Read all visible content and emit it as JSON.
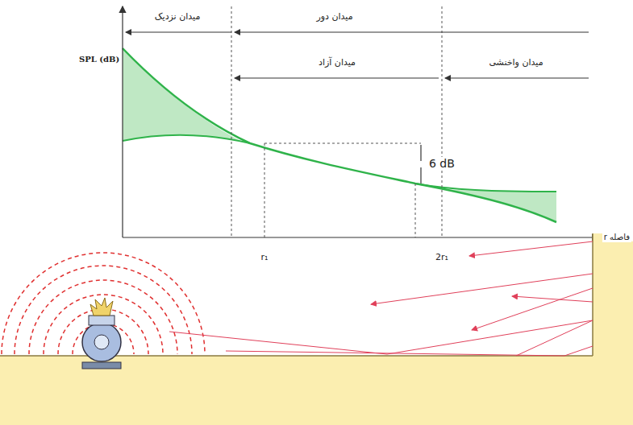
{
  "diagram": {
    "labels": [
      "میدان نزدیک",
      "میدان دور",
      "میدان آزاد",
      "میدان واخنشی",
      "SPL (dB)",
      "6 dB",
      "r₁",
      "2r₁",
      "فاصله r"
    ]
  }
}
